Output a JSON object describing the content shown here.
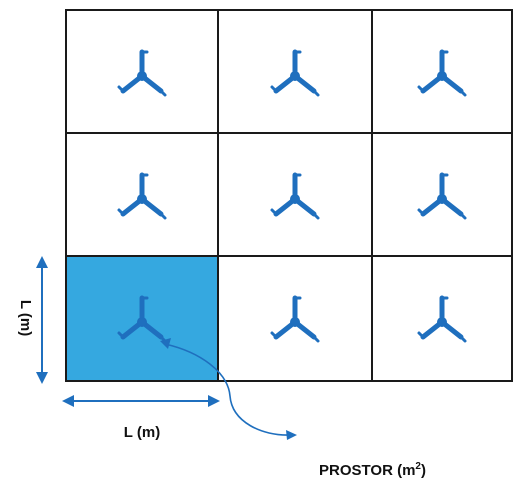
{
  "grid": {
    "rows": 3,
    "cols": 3,
    "highlighted_cell": {
      "row": 3,
      "col": 1
    },
    "cell_icon": "three-blade-fan-icon"
  },
  "labels": {
    "width_label": "L (m)",
    "height_label": "L (m)",
    "area_label_base": "PROSTOR (m",
    "area_label_sup": "2",
    "area_label_end": ")"
  },
  "colors": {
    "icon": "#1f6fbe",
    "highlight_fill": "#35a8e0",
    "arrow": "#1f6fbe",
    "grid_line": "#1a1a1a",
    "text": "#111111"
  }
}
